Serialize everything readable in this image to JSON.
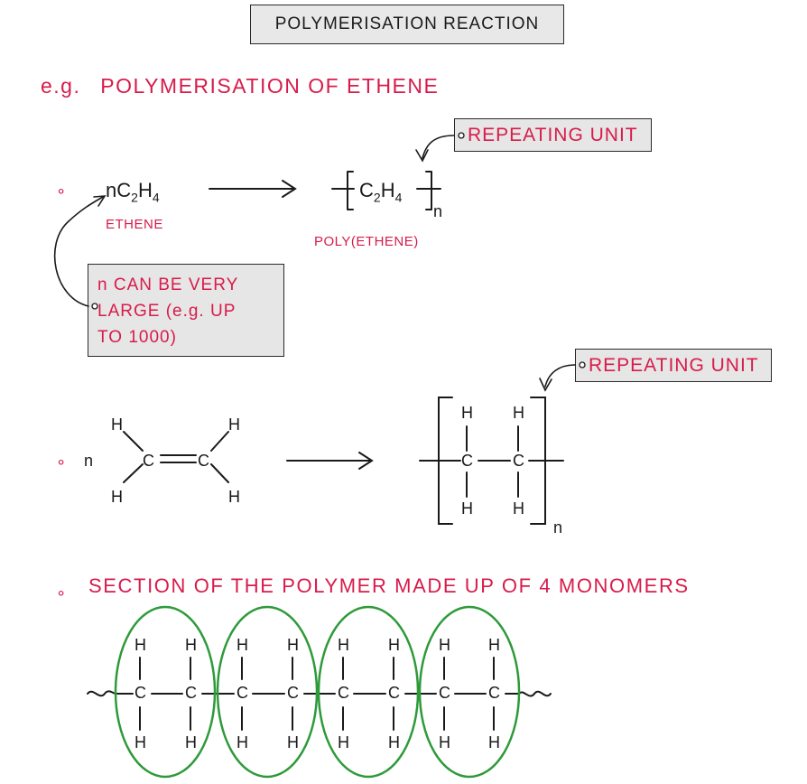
{
  "title": "POLYMERISATION REACTION",
  "heading": {
    "eg": "e.g.",
    "text": "POLYMERISATION OF ETHENE"
  },
  "reaction1": {
    "bullet": "∘",
    "reactant": {
      "n": "n",
      "c": "C",
      "c_sub": "2",
      "h": "H",
      "h_sub": "4"
    },
    "reactant_label": "ETHENE",
    "product": {
      "c": "C",
      "c_sub": "2",
      "h": "H",
      "h_sub": "4",
      "n": "n"
    },
    "product_label": "POLY(ETHENE)",
    "repeating_unit_tag": "REPEATING UNIT"
  },
  "note": [
    "n CAN BE VERY",
    "LARGE (e.g. UP",
    "TO 1000)"
  ],
  "reaction2": {
    "bullet": "∘",
    "n": "n",
    "carbon": "C",
    "hydrogen": "H",
    "subscript_n": "n",
    "repeating_unit_tag": "REPEATING UNIT"
  },
  "section": {
    "bullet": "∘",
    "text": "SECTION OF THE POLYMER MADE UP OF 4 MONOMERS"
  },
  "colors": {
    "accent": "#d81b4a",
    "ellipse": "#2e9a3a",
    "tag_fill": "#e6e6e6"
  }
}
